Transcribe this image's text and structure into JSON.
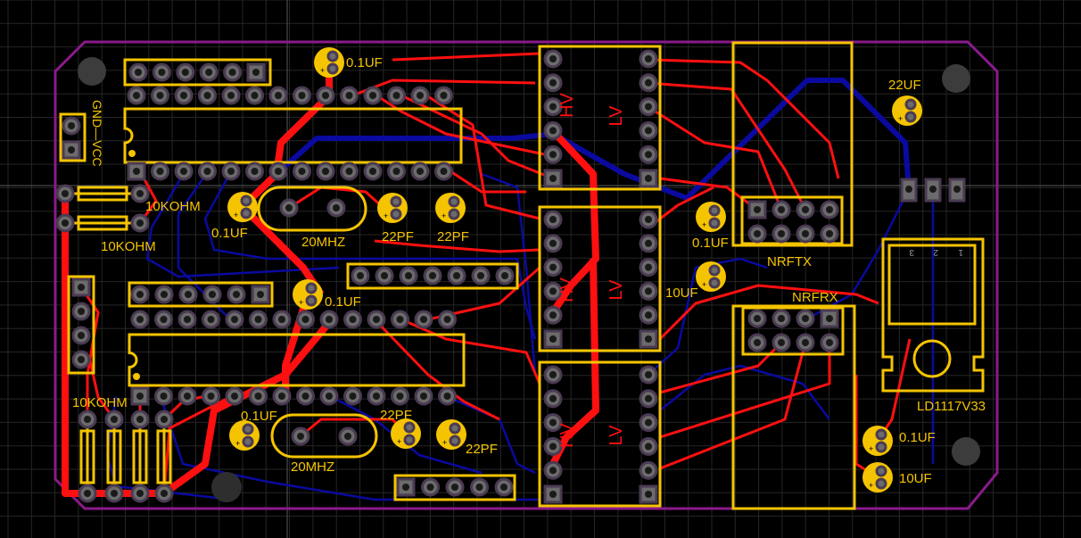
{
  "colors": {
    "background": "#000000",
    "board_outline": "#8b1a8b",
    "silkscreen": "#f5c400",
    "top_copper": "#ff1010",
    "bottom_copper": "#0a0aa0",
    "pad": "#6b6b6b"
  },
  "labels": {
    "cap_top": "0.1UF",
    "cap_22uf": "22UF",
    "power_header": "GND—VCC",
    "res1": "10KOHM",
    "res2": "10KOHM",
    "res3": "10KOHM",
    "cap_ic1": "0.1UF",
    "xtal1": "20MHZ",
    "xtal1_c1": "22PF",
    "xtal1_c2": "22PF",
    "cap_ic2": "0.1UF",
    "cap_ic2b": "0.1UF",
    "xtal2": "20MHZ",
    "xtal2_c1": "22PF",
    "xtal2_c2": "22PF",
    "cap_nrf1": "0.1UF",
    "cap_nrf2": "10UF",
    "nrftx": "NRFTX",
    "nrfrx": "NRFRX",
    "regulator": "LD1117V33",
    "reg_pin3": "3",
    "reg_pin2": "2",
    "reg_pin1": "1",
    "cap_reg1": "0.1UF",
    "cap_reg2": "10UF",
    "ls1_hv": "HV",
    "ls1_lv": "LV",
    "ls2_hv": "HV",
    "ls2_lv": "LV",
    "ls3_hv": "HV",
    "ls3_lv": "LV"
  }
}
